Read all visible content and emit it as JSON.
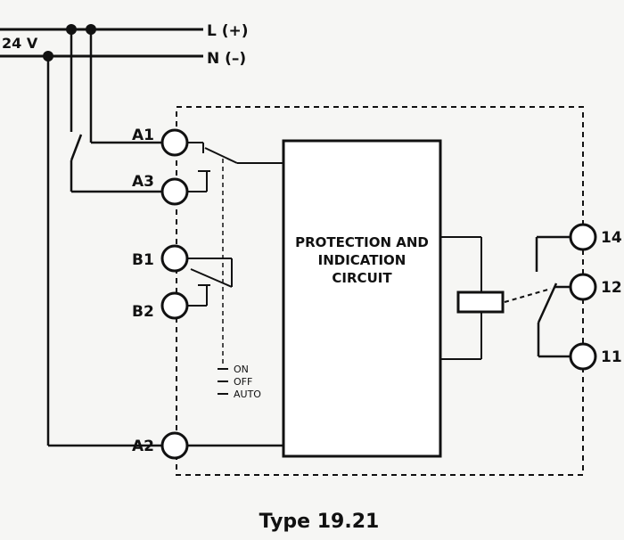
{
  "supply": {
    "voltage": "24 V",
    "line_pos": "L (+)",
    "line_neg": "N (–)"
  },
  "terminals": {
    "a1": "A1",
    "a3": "A3",
    "b1": "B1",
    "b2": "B2",
    "a2": "A2",
    "t14": "14",
    "t12": "12",
    "t11": "11"
  },
  "circuit_box": {
    "line1": "PROTECTION AND",
    "line2": "INDICATION",
    "line3": "CIRCUIT"
  },
  "switch_modes": [
    "ON",
    "OFF",
    "AUTO"
  ],
  "caption": "Type 19.21"
}
